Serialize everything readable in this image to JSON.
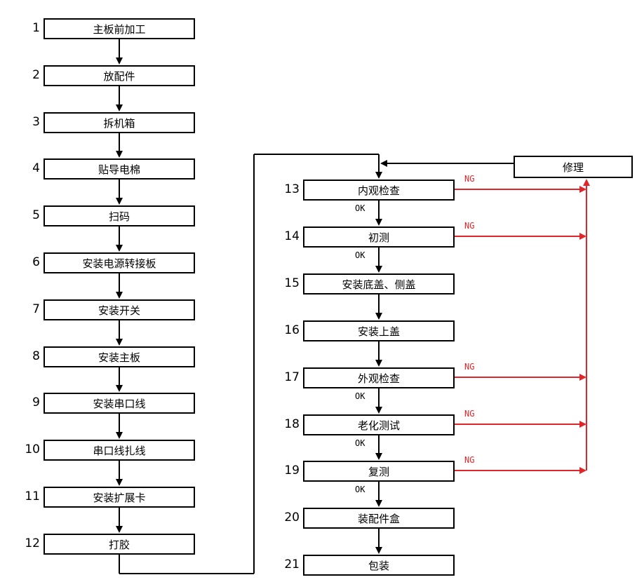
{
  "left_steps": [
    {
      "num": "1",
      "label": "主板前加工"
    },
    {
      "num": "2",
      "label": "放配件"
    },
    {
      "num": "3",
      "label": "拆机箱"
    },
    {
      "num": "4",
      "label": "贴导电棉"
    },
    {
      "num": "5",
      "label": "扫码"
    },
    {
      "num": "6",
      "label": "安装电源转接板"
    },
    {
      "num": "7",
      "label": "安装开关"
    },
    {
      "num": "8",
      "label": "安装主板"
    },
    {
      "num": "9",
      "label": "安装串口线"
    },
    {
      "num": "10",
      "label": "串口线扎线"
    },
    {
      "num": "11",
      "label": "安装扩展卡"
    },
    {
      "num": "12",
      "label": "打胶"
    }
  ],
  "right_steps": [
    {
      "num": "13",
      "label": "内观检查"
    },
    {
      "num": "14",
      "label": "初测"
    },
    {
      "num": "15",
      "label": "安装底盖、侧盖"
    },
    {
      "num": "16",
      "label": "安装上盖"
    },
    {
      "num": "17",
      "label": "外观检查"
    },
    {
      "num": "18",
      "label": "老化测试"
    },
    {
      "num": "19",
      "label": "复测"
    },
    {
      "num": "20",
      "label": "装配件盒"
    },
    {
      "num": "21",
      "label": "包装"
    }
  ],
  "repair": {
    "label": "修理"
  },
  "ok_label": "OK",
  "ng_label": "NG",
  "colors": {
    "line": "#000000",
    "ng_line": "#e0262a"
  }
}
